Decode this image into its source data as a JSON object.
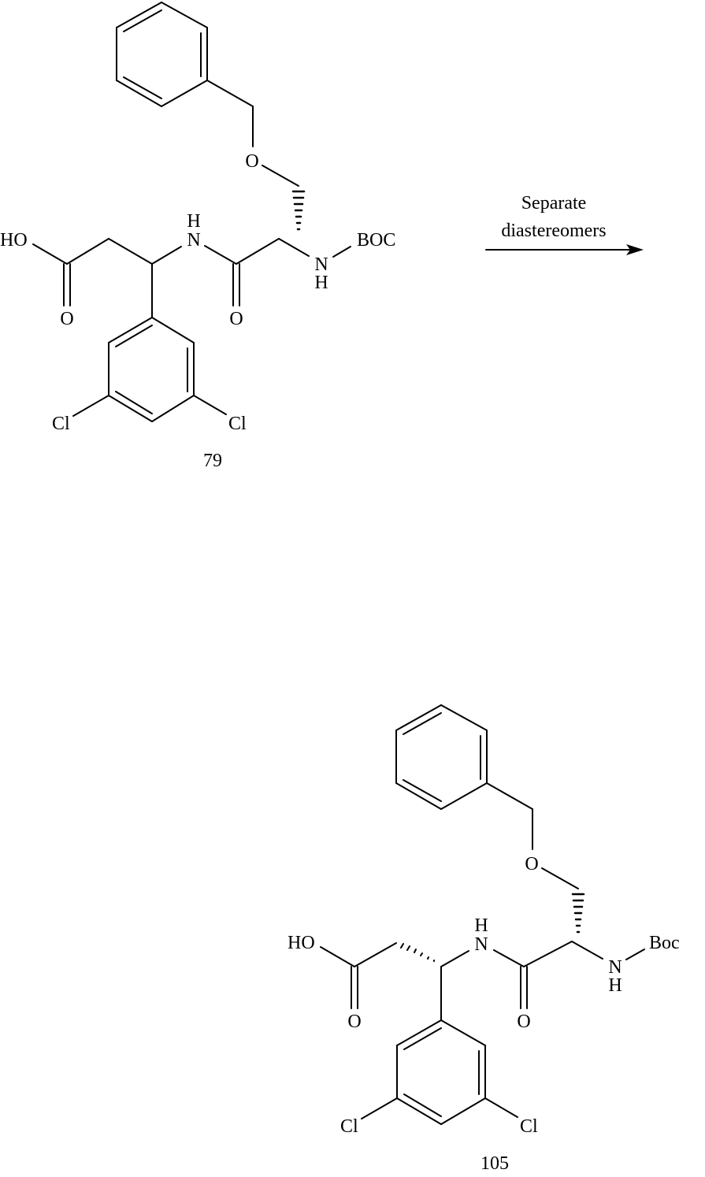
{
  "scheme": {
    "reactant": {
      "label": "79",
      "atoms": {
        "hydroxyl": "HO",
        "acid_carbonyl_o": "O",
        "amide_nh_h": "H",
        "amide_nh_n": "N",
        "amide_carbonyl_o": "O",
        "ether_o": "O",
        "carbamate_n": "N",
        "carbamate_h": "H",
        "protecting_group": "BOC",
        "chloro_left": "Cl",
        "chloro_right": "Cl"
      }
    },
    "arrow": {
      "line1": "Separate",
      "line2": "diastereomers"
    },
    "product": {
      "label": "105",
      "atoms": {
        "hydroxyl": "HO",
        "acid_carbonyl_o": "O",
        "amide_nh_h": "H",
        "amide_nh_n": "N",
        "amide_carbonyl_o": "O",
        "ether_o": "O",
        "carbamate_n": "N",
        "carbamate_h": "H",
        "protecting_group": "Boc",
        "chloro_left": "Cl",
        "chloro_right": "Cl"
      }
    }
  }
}
